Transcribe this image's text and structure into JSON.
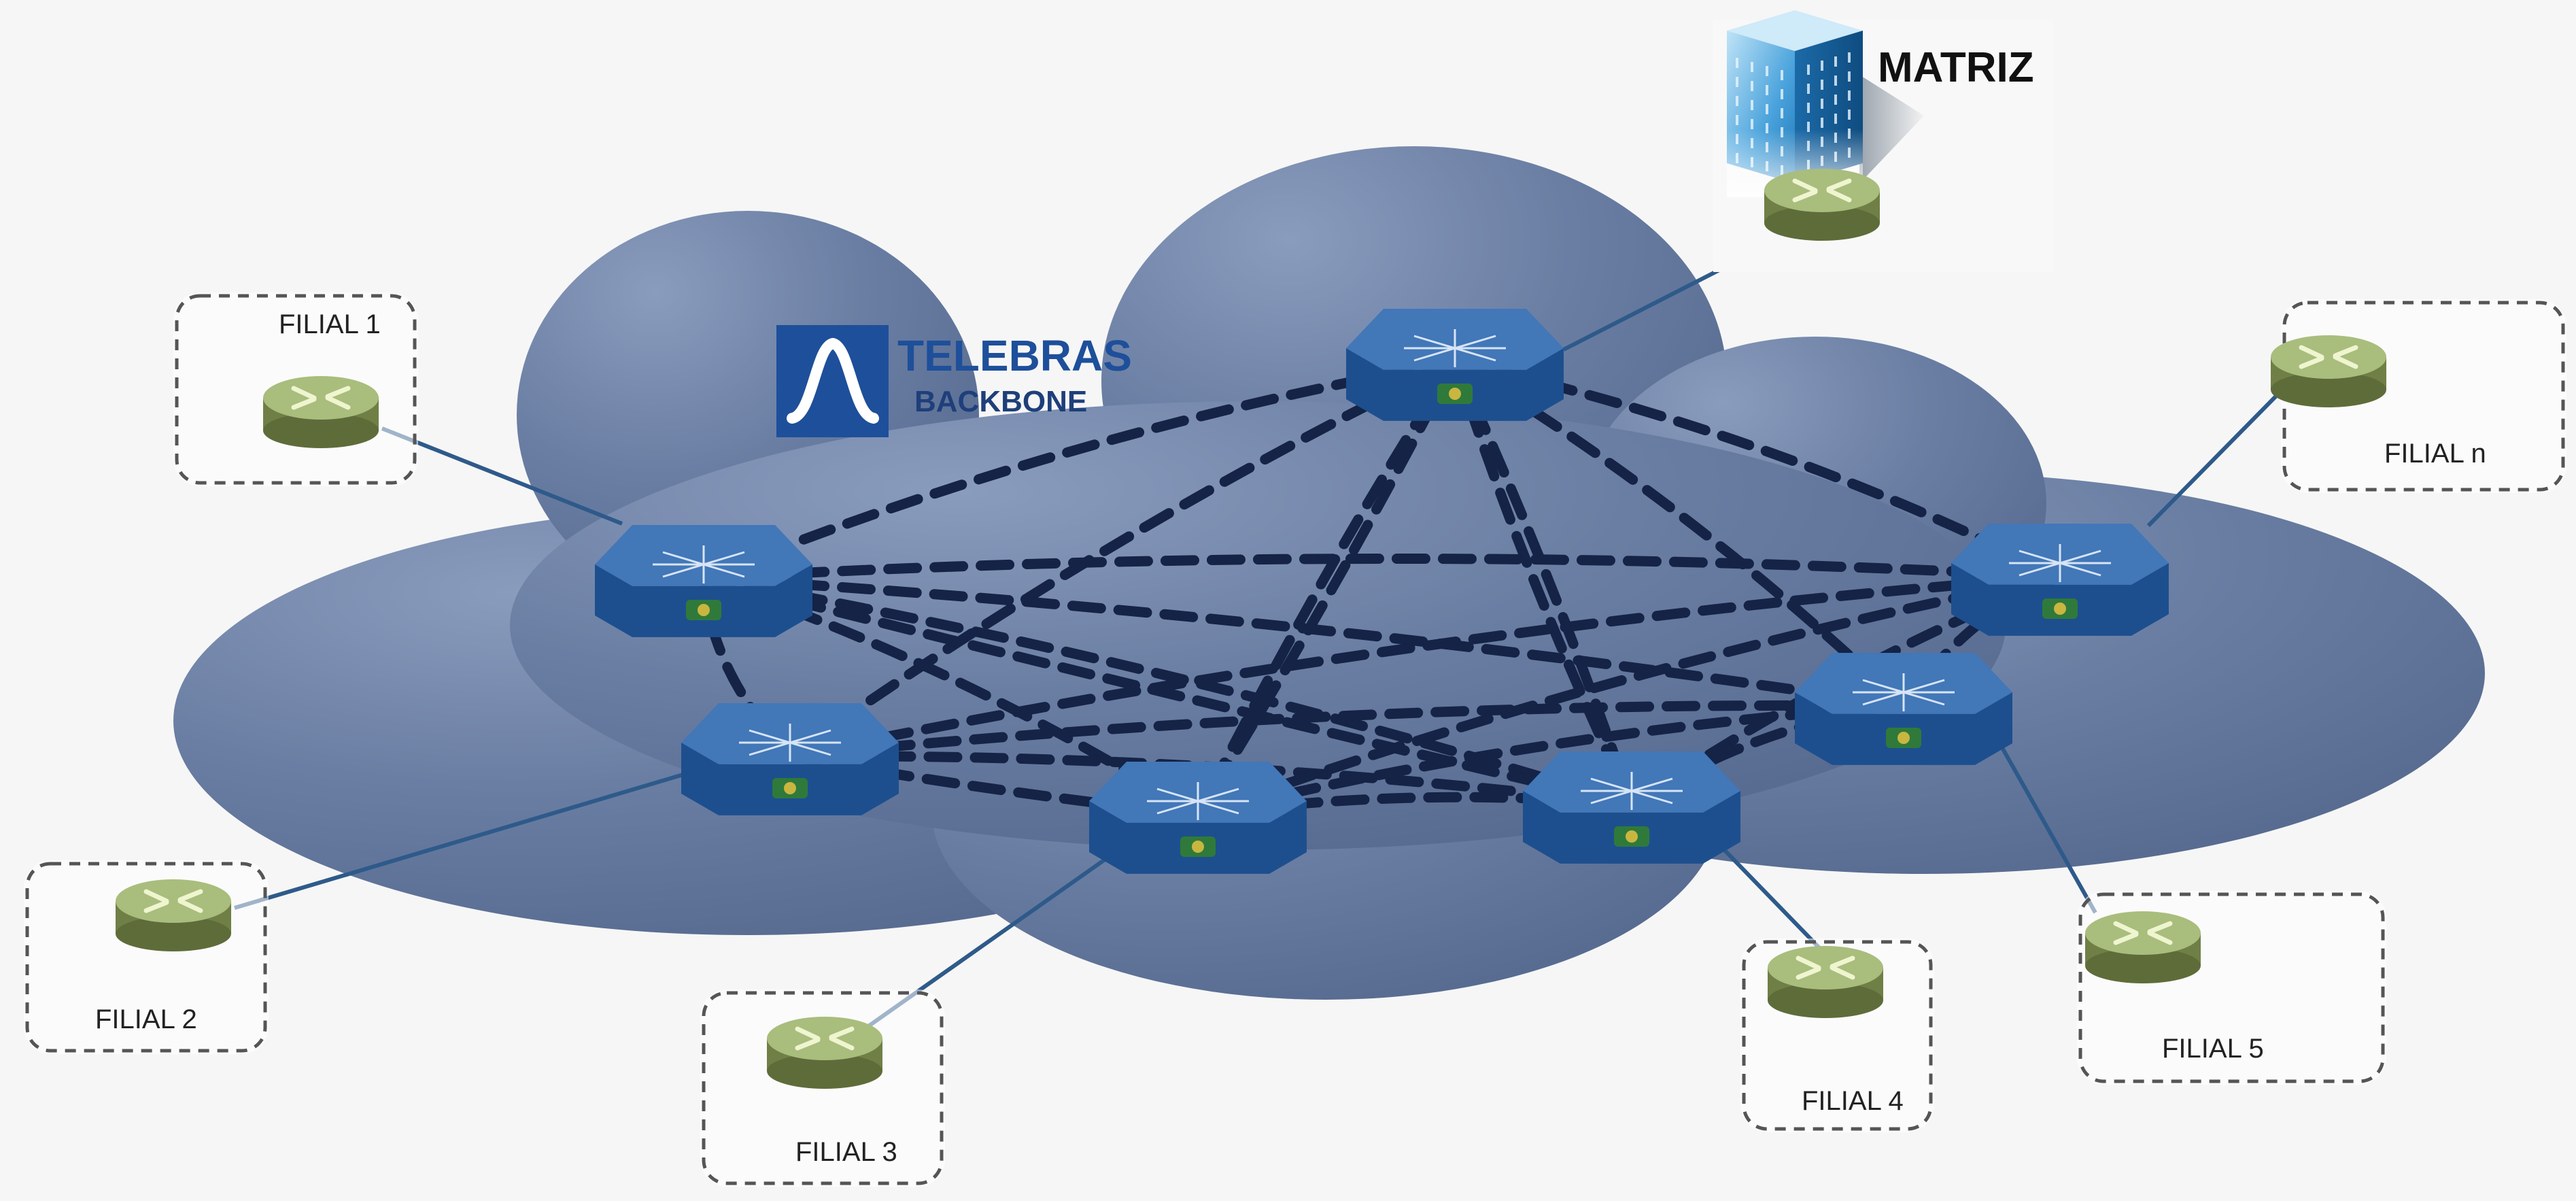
{
  "colors": {
    "background": "#f6f6f6",
    "cloud": "#5f7399",
    "cloud_highlight": "#8295b8",
    "mesh_link": "#142346",
    "access_link": "#2e5a8a",
    "router_top": "#a9bd7d",
    "router_side": "#6f7f46",
    "switch_top": "#3f73b3",
    "switch_side": "#1d4f8e",
    "logo_blue": "#1e4f9a",
    "dashed_box": "#555555"
  },
  "backbone": {
    "logo_text": "TELEBRAS",
    "logo_subtext": "BACKBONE"
  },
  "headquarters": {
    "label": "MATRIZ"
  },
  "branches": [
    {
      "id": "filial-1",
      "label": "FILIAL 1"
    },
    {
      "id": "filial-2",
      "label": "FILIAL 2"
    },
    {
      "id": "filial-3",
      "label": "FILIAL 3"
    },
    {
      "id": "filial-4",
      "label": "FILIAL 4"
    },
    {
      "id": "filial-5",
      "label": "FILIAL 5"
    },
    {
      "id": "filial-n",
      "label": "FILIAL n"
    }
  ],
  "icons": {
    "router": "router-icon",
    "switch": "backbone-switch-icon",
    "building": "building-icon",
    "logo": "telebras-logo-icon"
  }
}
